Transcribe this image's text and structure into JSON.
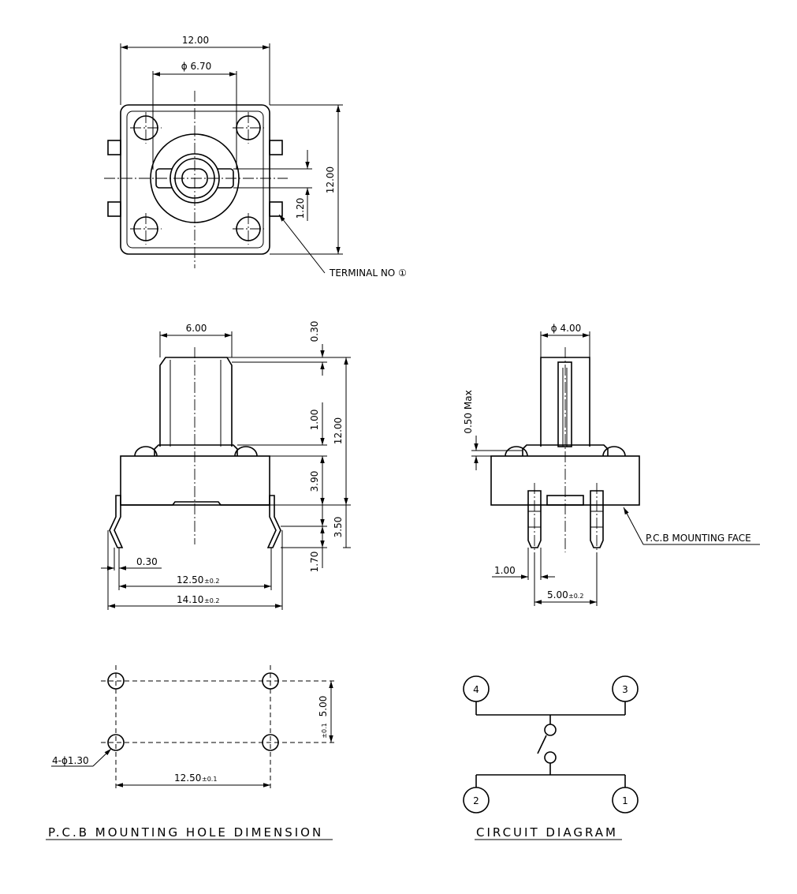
{
  "top_view": {
    "width": "12.00",
    "stem_dia": "ϕ 6.70",
    "height": "12.00",
    "offset": "1.20",
    "terminal_label": "TERMINAL NO ①"
  },
  "front_view": {
    "stem_width": "6.00",
    "cap_gap": "0.30",
    "total_height": "12.00",
    "shoulder": "1.00",
    "body_height": "3.90",
    "lead_length": "3.50",
    "lead_tip": "1.70",
    "lead_thickness": "0.30",
    "pitch_x": "12.50",
    "pitch_x_tol": "±0.2",
    "overall": "14.10",
    "overall_tol": "±0.2"
  },
  "side_view": {
    "stem_dia": "ϕ 4.00",
    "max_gap": "0.50 Max",
    "pcb_face_label": "P.C.B MOUNTING FACE",
    "lead_width": "1.00",
    "pitch_y": "5.00",
    "pitch_y_tol": "±0.2"
  },
  "pcb_holes": {
    "title": "P.C.B MOUNTING HOLE DIMENSION",
    "hole_label": "4-ϕ1.30",
    "pitch_x": "12.50",
    "pitch_x_tol": "±0.1",
    "pitch_y": "5.00",
    "pitch_y_tol": "±0.1"
  },
  "circuit": {
    "title": "CIRCUIT DIAGRAM",
    "pins": [
      "4",
      "3",
      "2",
      "1"
    ]
  }
}
